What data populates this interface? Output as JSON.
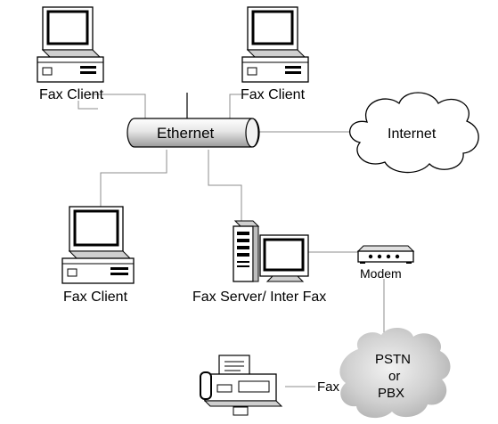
{
  "nodes": {
    "fax_client_top_left": {
      "label": "Fax Client"
    },
    "fax_client_top_right": {
      "label": "Fax Client"
    },
    "fax_client_bottom": {
      "label": "Fax Client"
    },
    "ethernet": {
      "label": "Ethernet"
    },
    "internet": {
      "label": "Internet"
    },
    "fax_server": {
      "label": "Fax Server/ Inter Fax"
    },
    "modem": {
      "label": "Modem"
    },
    "pstn": {
      "line1": "PSTN",
      "line2": "or",
      "line3": "PBX"
    },
    "fax_machine": {
      "label": "Fax"
    }
  },
  "colors": {
    "line": "#8c8c8c",
    "stroke": "#000000",
    "cloud_fill": "#d4d4d4"
  }
}
